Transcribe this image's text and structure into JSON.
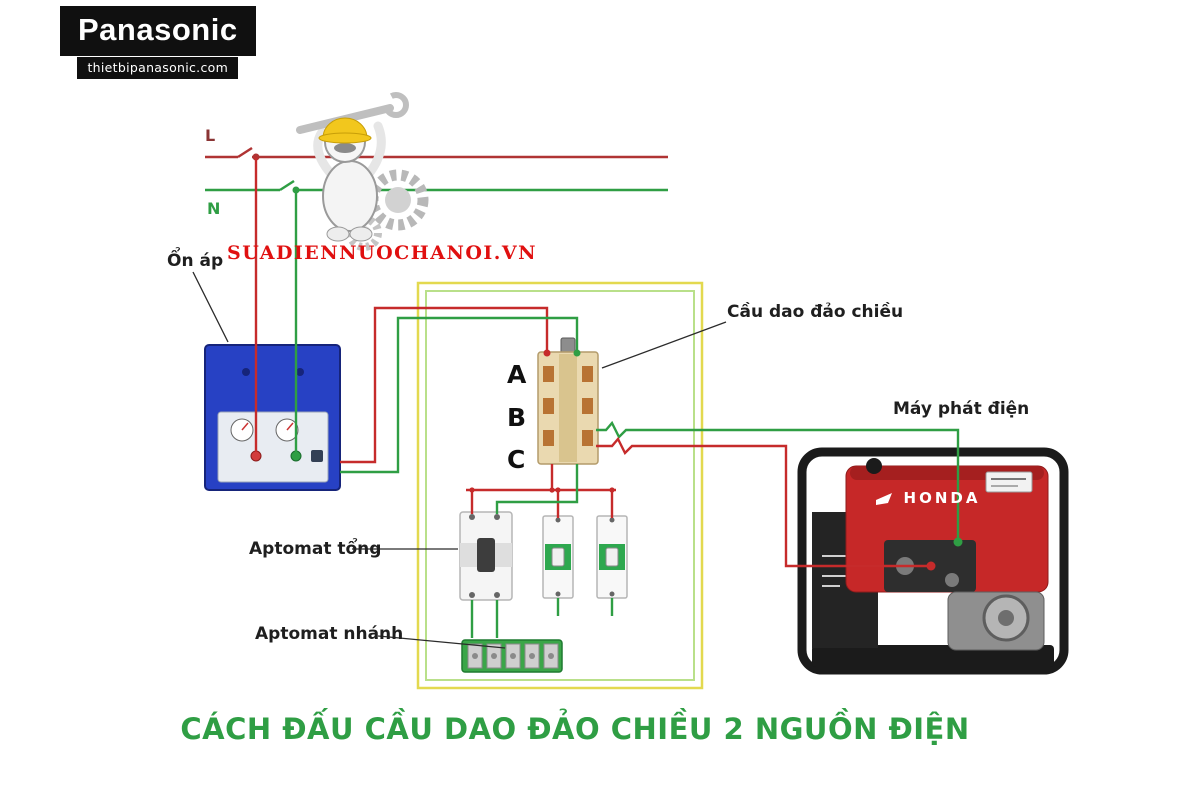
{
  "logo": {
    "brand": "Panasonic",
    "site": "thietbipanasonic.com"
  },
  "watermark": {
    "text": "SUADIENNUOCHANOI.VN"
  },
  "lines": {
    "live": "L",
    "neutral": "N"
  },
  "labels": {
    "stabilizer": "Ổn áp",
    "changeover": "Cầu dao đảo chiều",
    "generator": "Máy phát điện",
    "main_breaker": "Aptomat tổng",
    "branch_breaker": "Aptomat nhánh"
  },
  "phases": {
    "a": "A",
    "b": "B",
    "c": "C"
  },
  "generator": {
    "brand": "HONDA"
  },
  "title": {
    "text": "CÁCH ĐẤU CẦU DAO ĐẢO CHIỀU 2 NGUỒN ĐIỆN"
  },
  "colors": {
    "wire_live": "#c62b2b",
    "wire_neutral": "#2f9e44",
    "zone_outer": "#e3d94f",
    "zone_inner": "#b9e08a",
    "stabilizer_body": "#2741c4",
    "generator_body": "#c62828",
    "title_green": "#2f9e44",
    "watermark_red": "#e01010",
    "logo_bg": "#101010"
  }
}
